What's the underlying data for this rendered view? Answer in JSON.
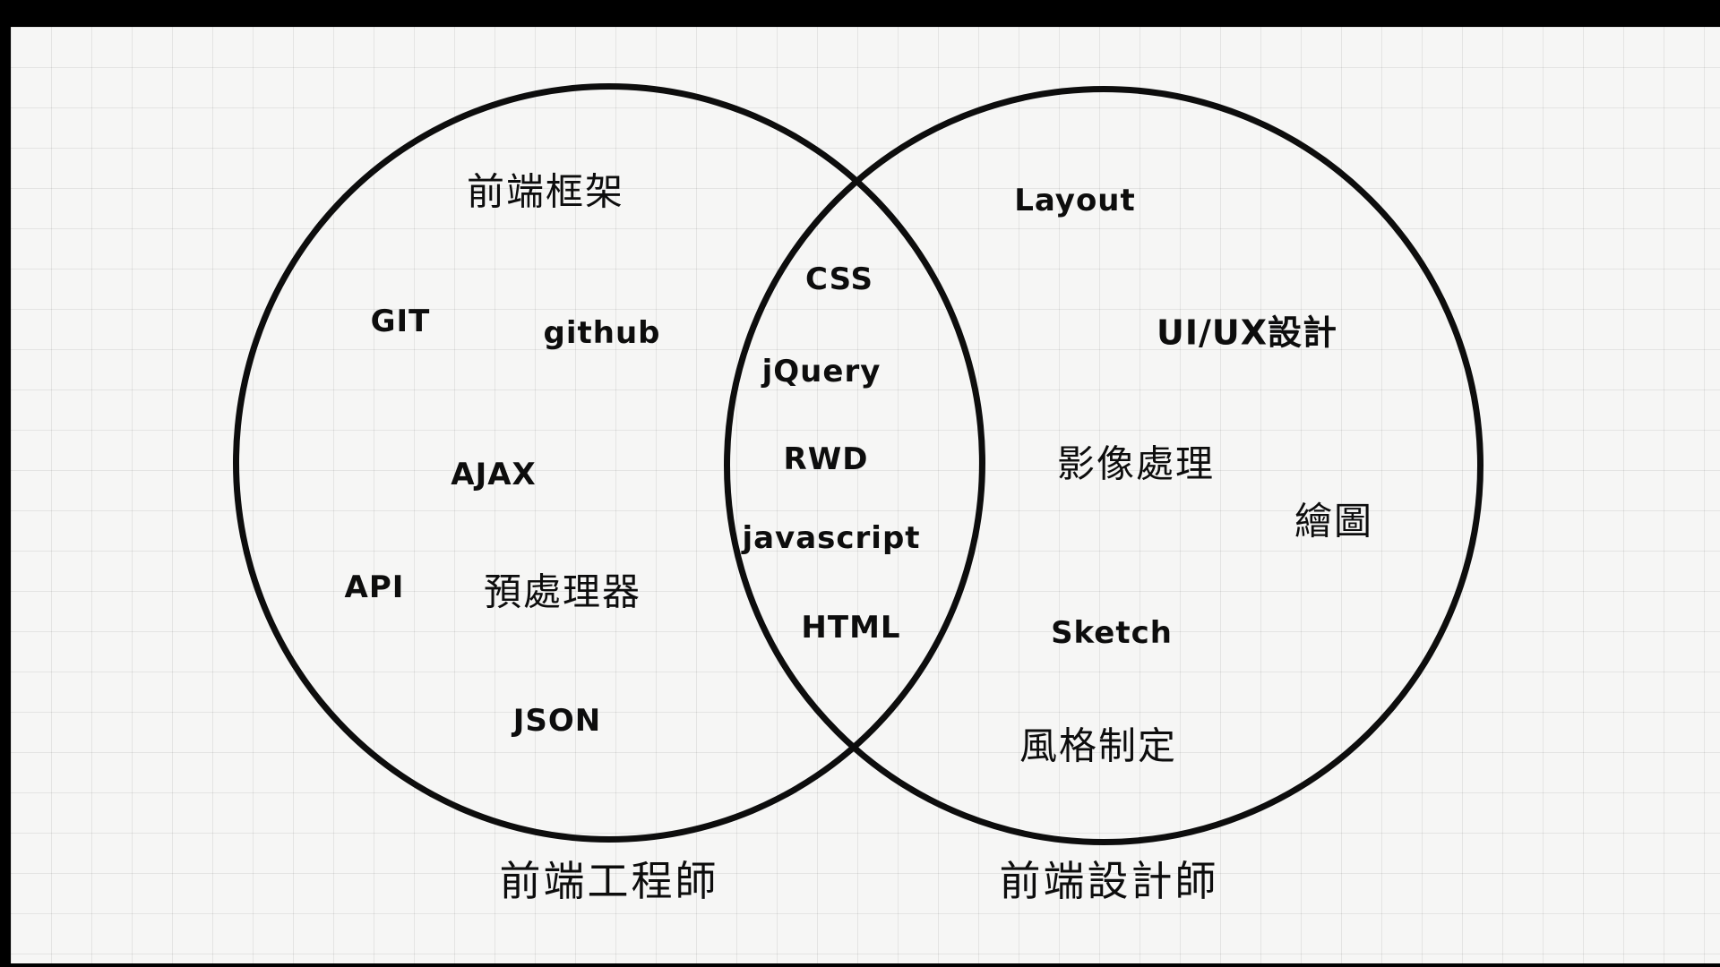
{
  "diagram": {
    "type": "venn",
    "background": "graph-paper",
    "frame_color": "#000000",
    "paper_color": "#f6f6f5",
    "stroke_color": "#0d0d0d",
    "left_set": {
      "label": "前端工程師",
      "items": [
        {
          "text": "前端框架",
          "lang": "zh"
        },
        {
          "text": "GIT",
          "lang": "en"
        },
        {
          "text": "github",
          "lang": "en"
        },
        {
          "text": "AJAX",
          "lang": "en"
        },
        {
          "text": "API",
          "lang": "en"
        },
        {
          "text": "預處理器",
          "lang": "zh"
        },
        {
          "text": "JSON",
          "lang": "en"
        }
      ]
    },
    "intersection": {
      "items": [
        {
          "text": "CSS",
          "lang": "en"
        },
        {
          "text": "jQuery",
          "lang": "en"
        },
        {
          "text": "RWD",
          "lang": "en"
        },
        {
          "text": "javascript",
          "lang": "en"
        },
        {
          "text": "HTML",
          "lang": "en"
        }
      ]
    },
    "right_set": {
      "label": "前端設計師",
      "items": [
        {
          "text": "Layout",
          "lang": "en"
        },
        {
          "text": "UI/UX設計",
          "lang": "mixed"
        },
        {
          "text": "影像處理",
          "lang": "zh"
        },
        {
          "text": "繪圖",
          "lang": "zh"
        },
        {
          "text": "Sketch",
          "lang": "en"
        },
        {
          "text": "風格制定",
          "lang": "zh"
        }
      ]
    }
  }
}
